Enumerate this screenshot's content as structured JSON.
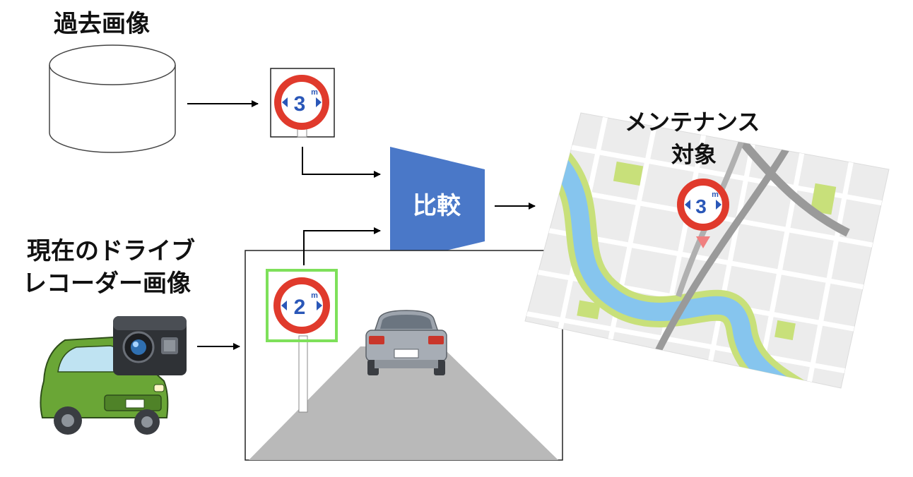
{
  "labels": {
    "past_images": "過去画像",
    "current_dashcam_line1": "現在のドライブ",
    "current_dashcam_line2": "レコーダー画像",
    "compare": "比較",
    "maintenance_line1": "メンテナンス",
    "maintenance_line2": "対象"
  },
  "signs": {
    "past_sign_value": "3",
    "current_sign_value": "2",
    "map_sign_value": "3",
    "unit": "m"
  },
  "colors": {
    "compare_block": "#4a78c8",
    "sign_ring": "#e03a2c",
    "sign_number": "#2a57b8",
    "detection_box": "#7ee05a",
    "road": "#b9b9b9",
    "car_body": "#6aa636",
    "map_water": "#86c5ee",
    "map_green": "#c8e07a"
  }
}
